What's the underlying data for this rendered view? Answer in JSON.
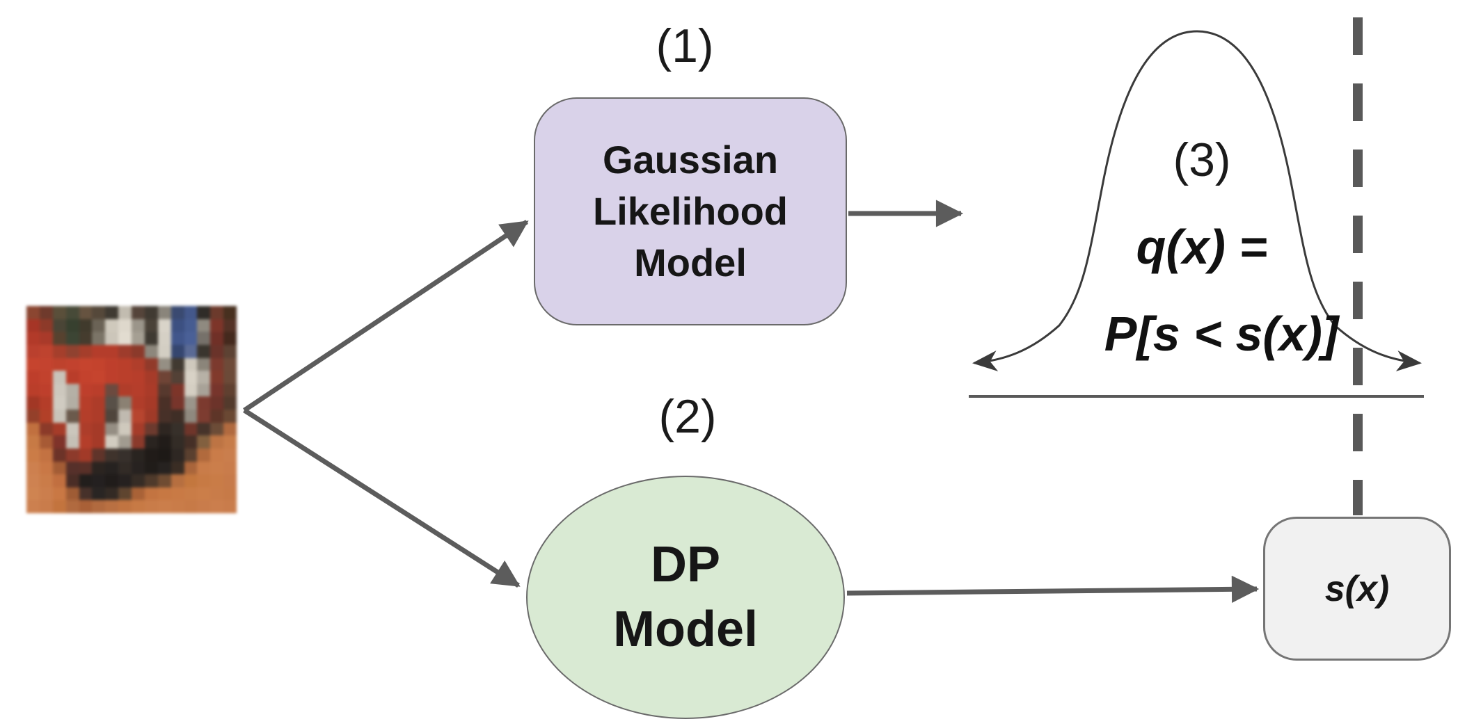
{
  "labels": {
    "step1": "(1)",
    "step2": "(2)",
    "step3": "(3)"
  },
  "gaussian_box": {
    "lines": [
      "Gaussian",
      "Likelihood",
      "Model"
    ]
  },
  "dp_ellipse": {
    "lines": [
      "DP",
      "Model"
    ]
  },
  "curve_formula": {
    "line1": "q(x) =",
    "line2": "P[s < s(x)]"
  },
  "score_box": {
    "label": "s(x)"
  },
  "colors": {
    "purple_fill": "#d9d2e9",
    "green_fill": "#d9ead3",
    "score_fill": "#f1f1f1",
    "arrow_gray": "#5c5c5c",
    "dash_gray": "#595959",
    "curve_ink": "#3a3a3a"
  },
  "car_image": {
    "description": "pixelated photo of a red car on an orange floor",
    "rows": 16,
    "cols": 16,
    "pixels": [
      [
        "#8a4632",
        "#6e3a2c",
        "#5a4f3a",
        "#474a38",
        "#665340",
        "#55483a",
        "#3f3a32",
        "#c2bcb0",
        "#55443a",
        "#403a32",
        "#8a857b",
        "#3a4a70",
        "#44588a",
        "#2f2c28",
        "#6b3a2c",
        "#47301f"
      ],
      [
        "#a43527",
        "#8c3a2a",
        "#4a4536",
        "#37402f",
        "#403a2c",
        "#6b6356",
        "#cfc9bc",
        "#ded8cc",
        "#9b958a",
        "#4a4238",
        "#d9d4c9",
        "#3c5080",
        "#465c90",
        "#8f8a80",
        "#7c352a",
        "#533226"
      ],
      [
        "#b03a2a",
        "#a73a2b",
        "#57422f",
        "#3c4534",
        "#453c2e",
        "#7b7467",
        "#ccc6ba",
        "#e2dcd0",
        "#a59f93",
        "#3f3a32",
        "#d5d0c5",
        "#41568a",
        "#4a6096",
        "#76716a",
        "#6f3027",
        "#44291d"
      ],
      [
        "#b8402f",
        "#bc4330",
        "#a33f2d",
        "#8f4231",
        "#a33e2c",
        "#b23d2c",
        "#b23d2c",
        "#9c3c2d",
        "#8a3a2c",
        "#8d877c",
        "#d3cec3",
        "#35466e",
        "#5a6a94",
        "#3a352e",
        "#69332a",
        "#5d4233"
      ],
      [
        "#c4452f",
        "#c24430",
        "#bc422e",
        "#c0432f",
        "#c4452f",
        "#c2442e",
        "#bc402d",
        "#b83f2c",
        "#ae3e2c",
        "#903a2b",
        "#958f84",
        "#413a31",
        "#cfc9bd",
        "#8b857a",
        "#7b3a2e",
        "#6d4a38"
      ],
      [
        "#bc3f2c",
        "#c0432e",
        "#c9c4ba",
        "#b73d2b",
        "#c2432e",
        "#c4452f",
        "#bc402d",
        "#b83f2c",
        "#b53e2c",
        "#a43b2a",
        "#6e4436",
        "#534136",
        "#d8d2c6",
        "#b7b1a6",
        "#803a2d",
        "#6b4a38"
      ],
      [
        "#b83e2b",
        "#bc402d",
        "#cdc8be",
        "#b5b0a6",
        "#bc402d",
        "#b83e2c",
        "#6b4a3f",
        "#ae3d2b",
        "#b33e2c",
        "#a83b2a",
        "#57392e",
        "#7c352a",
        "#d5cfc3",
        "#a8a298",
        "#76352c",
        "#5f4030"
      ],
      [
        "#a03726",
        "#b23d2a",
        "#d0cbc1",
        "#b3aea4",
        "#b53e2b",
        "#ab3c2a",
        "#585048",
        "#8b8173",
        "#ae3d2b",
        "#a43a29",
        "#4a3027",
        "#77352b",
        "#9b958b",
        "#7b3a2f",
        "#6b332a",
        "#533a2c"
      ],
      [
        "#93402b",
        "#b04029",
        "#c9c4ba",
        "#6b5a4c",
        "#b23e2b",
        "#ab3c2a",
        "#4f453c",
        "#c0bab0",
        "#b54530",
        "#9e3a29",
        "#473028",
        "#3f2e26",
        "#8f897f",
        "#7c3c30",
        "#5d3528",
        "#694834"
      ],
      [
        "#c07040",
        "#8a3a2a",
        "#a43c2a",
        "#cbc6bc",
        "#ab3d2b",
        "#a33a29",
        "#958e83",
        "#cfc9bd",
        "#a33c2b",
        "#6b3a2e",
        "#2e2621",
        "#37302a",
        "#6e352a",
        "#46332a",
        "#6b4c38",
        "#b06a40"
      ],
      [
        "#c67a46",
        "#a65a36",
        "#7e332a",
        "#c5c0b6",
        "#b23e2b",
        "#a33a29",
        "#d2ccc0",
        "#a19b90",
        "#8a3a2c",
        "#2a2420",
        "#211c19",
        "#332c26",
        "#452f26",
        "#816040",
        "#bc7445",
        "#c67c4a"
      ],
      [
        "#ca7c48",
        "#c27243",
        "#6b3328",
        "#8c3a2c",
        "#a03a29",
        "#5f342a",
        "#3f332c",
        "#37302c",
        "#292420",
        "#201b18",
        "#1d1916",
        "#2e2723",
        "#5a402f",
        "#b06a3e",
        "#c97c4a",
        "#c97e4e"
      ],
      [
        "#cc8050",
        "#c87847",
        "#a25c36",
        "#55302a",
        "#583028",
        "#2b2420",
        "#262220",
        "#322b26",
        "#272220",
        "#201c19",
        "#262220",
        "#3a2d24",
        "#a8653c",
        "#c87c4a",
        "#ca7e4c",
        "#c87c4c"
      ],
      [
        "#cd8252",
        "#c97c4a",
        "#c06f41",
        "#4a2d26",
        "#221e1c",
        "#242020",
        "#201c1a",
        "#262120",
        "#362c25",
        "#4f3a2b",
        "#6e4c33",
        "#b56f41",
        "#c2773f",
        "#c67a45",
        "#c87c48",
        "#c67a4a"
      ],
      [
        "#ce8452",
        "#ca7e4e",
        "#c87845",
        "#9e5c36",
        "#47312a",
        "#292523",
        "#332a24",
        "#5f4530",
        "#a86238",
        "#c27442",
        "#c67844",
        "#c87a46",
        "#c87c48",
        "#ca7e4a",
        "#c87c4a",
        "#c67a48"
      ],
      [
        "#cb8050",
        "#c87c4c",
        "#c2743f",
        "#b06a40",
        "#a86038",
        "#b06a40",
        "#b87043",
        "#c07442",
        "#c67a46",
        "#c87c4a",
        "#ca7e4c",
        "#c87c4a",
        "#c67a48",
        "#c87c4c",
        "#ca7e4e",
        "#c87c4c"
      ]
    ]
  }
}
